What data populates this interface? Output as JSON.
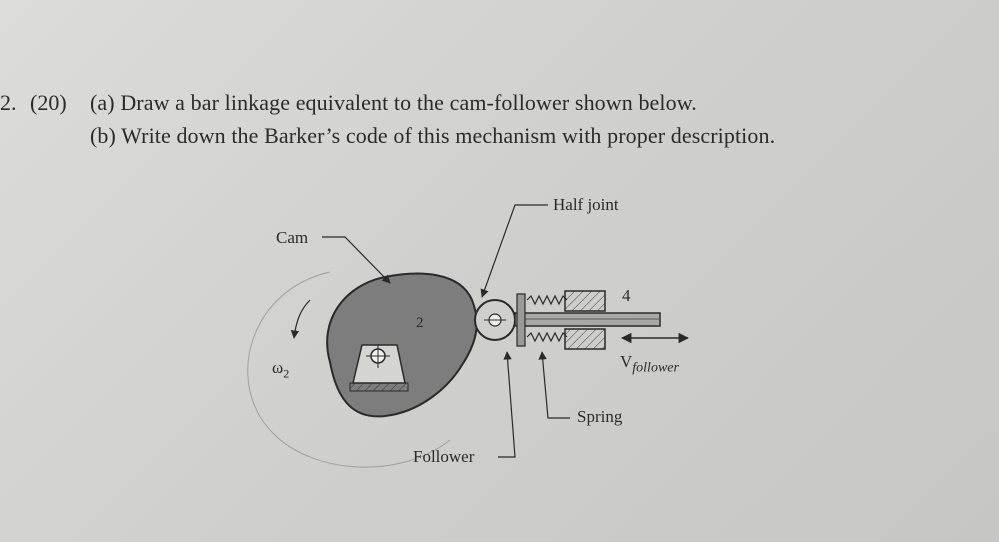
{
  "question": {
    "number": "2.",
    "points": "(20)",
    "part_a": "(a) Draw a bar linkage equivalent to the cam-follower shown below.",
    "part_b": "(b) Write down the Barker’s code of this mechanism with proper description."
  },
  "figure": {
    "labels": {
      "cam": "Cam",
      "half_joint": "Half joint",
      "link_2": "2",
      "link_4": "4",
      "omega": "ω",
      "omega_sub": "2",
      "velocity": "V",
      "velocity_sub": "follower",
      "spring": "Spring",
      "follower": "Follower"
    }
  }
}
